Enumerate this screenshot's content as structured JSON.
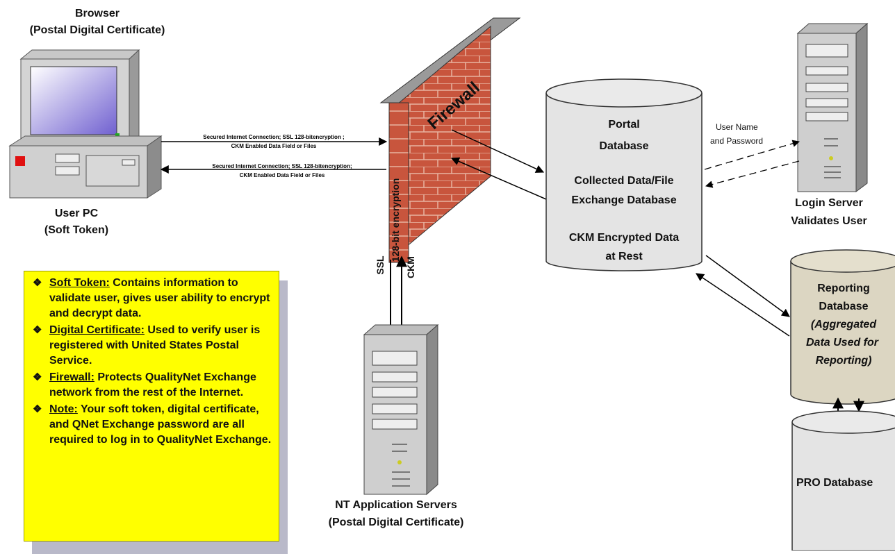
{
  "browser": {
    "title": "Browser",
    "subtitle": "(Postal Digital Certificate)"
  },
  "user_pc": {
    "title": "User PC",
    "subtitle": "(Soft Token)"
  },
  "connections": {
    "top": {
      "line1": "Secured Internet Connection; SSL 128-bitencryption ;",
      "line2": "CKM Enabled Data Field or Files"
    },
    "bottom": {
      "line1": "Secured Internet Connection; SSL 128-bitencryption;",
      "line2": "CKM Enabled Data Field or Files"
    }
  },
  "firewall": {
    "label": "Firewall"
  },
  "vertical_link": {
    "ssl": "SSL",
    "encryption": "128-bit encryption",
    "ckm": "CKM"
  },
  "portal_db": {
    "line1": "Portal",
    "line2": "Database",
    "line3": "Collected Data/File",
    "line4": "Exchange Database",
    "line5": "CKM Encrypted Data",
    "line6": "at Rest"
  },
  "credentials": {
    "line1": "User Name",
    "line2": "and Password"
  },
  "login_server": {
    "line1": "Login Server",
    "line2": "Validates User"
  },
  "reporting_db": {
    "line1": "Reporting",
    "line2": "Database",
    "line3": "(Aggregated",
    "line4": "Data Used for",
    "line5": "Reporting)"
  },
  "pro_db": {
    "label": "PRO Database"
  },
  "nt_servers": {
    "line1": "NT Application Servers",
    "line2": "(Postal Digital Certificate)"
  },
  "legend": {
    "items": [
      {
        "term": "Soft Token:",
        "text": " Contains information to validate user, gives user ability to encrypt and decrypt data."
      },
      {
        "term": "Digital Certificate:",
        "text": " Used to verify user is registered with United States Postal Service."
      },
      {
        "term": "Firewall:",
        "text": " Protects QualityNet Exchange network from the rest of the Internet."
      },
      {
        "term": "Note:",
        "text": " Your soft token, digital certificate, and QNet Exchange password are all required to log in to QualityNet Exchange."
      }
    ]
  },
  "colors": {
    "firewall_brick": "#c8553d",
    "legend_bg": "#ffff00",
    "db_fill": "#e4e4e4",
    "reporting_fill": "#dcd6c2",
    "screen": "#c8c0f0"
  }
}
